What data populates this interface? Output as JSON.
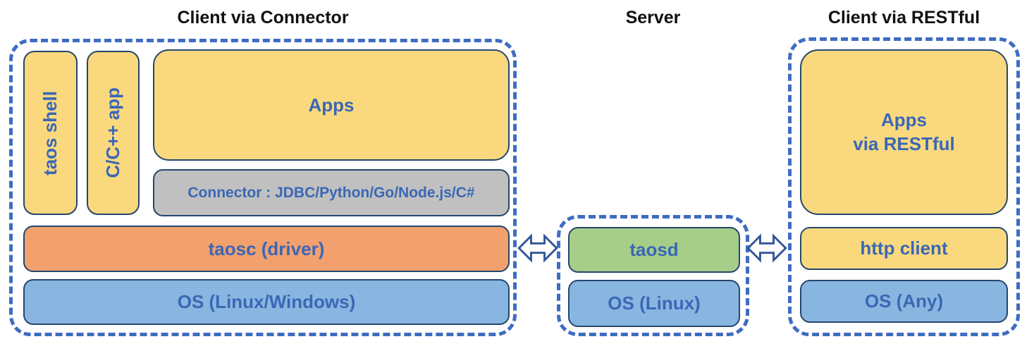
{
  "colors": {
    "yellow": "#FAD97E",
    "gray": "#C0C0C0",
    "orange": "#F2A06E",
    "blue": "#89B6E0",
    "green": "#A6CE89",
    "box_border": "#24466E",
    "dash_border": "#3E6CC2",
    "label_blue": "#3A67B6",
    "title_black": "#111111",
    "arrow_stroke": "#2F5496"
  },
  "sections": {
    "connector_client": {
      "title": "Client via Connector",
      "taos_shell": "taos shell",
      "cpp_app": "C/C++ app",
      "apps": "Apps",
      "connector": "Connector : JDBC/Python/Go/Node.js/C#",
      "taosc": "taosc (driver)",
      "os": "OS (Linux/Windows)"
    },
    "server": {
      "title": "Server",
      "taosd": "taosd",
      "os": "OS (Linux)"
    },
    "restful_client": {
      "title": "Client via RESTful",
      "apps_line1": "Apps",
      "apps_line2": "via RESTful",
      "http_client": "http client",
      "os": "OS (Any)"
    }
  },
  "icons": {
    "left_link": "bidirectional-arrow",
    "right_link": "bidirectional-arrow"
  }
}
